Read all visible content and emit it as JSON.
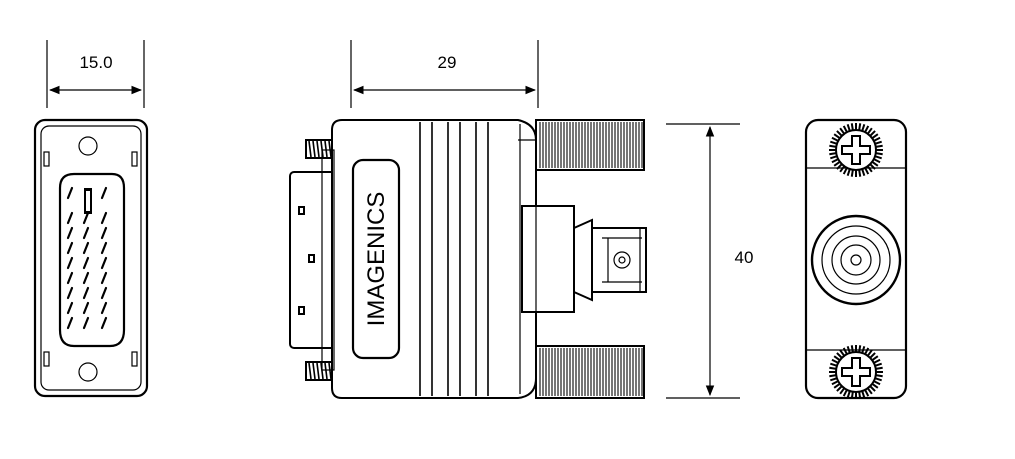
{
  "dimensions": {
    "front_width": "15.0",
    "side_length": "29",
    "height": "40"
  },
  "connector": {
    "brand_label": "IMAGENICS"
  },
  "colors": {
    "line": "#000000",
    "background": "#ffffff",
    "knurl_dark": "#3a3a3a"
  }
}
